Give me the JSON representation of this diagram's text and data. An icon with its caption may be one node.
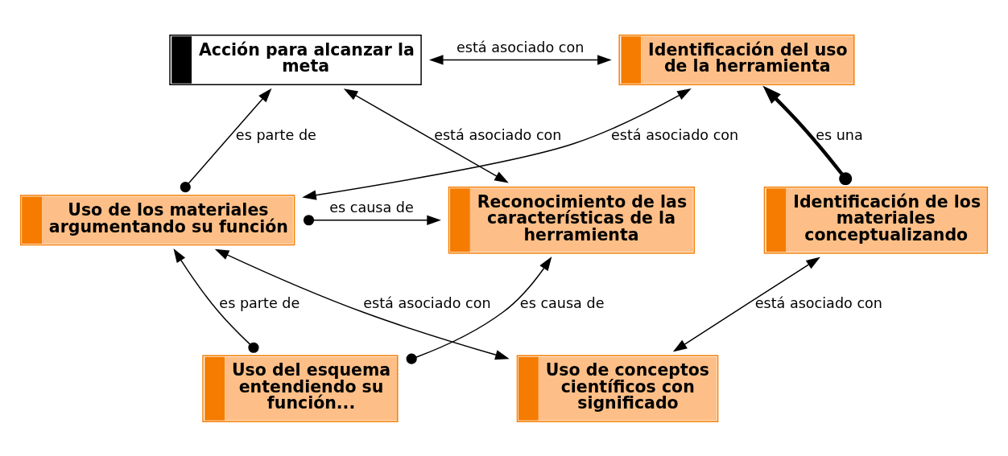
{
  "diagram": {
    "nodes": [
      {
        "text": [
          "Acción para alcanzar la meta"
        ]
      },
      {
        "text": [
          "Identificación del uso de la herramienta"
        ]
      },
      {
        "text": [
          "Uso de los materiales argumentando su función"
        ]
      },
      {
        "text": [
          "Reconocimiento de las características de la herramienta"
        ]
      },
      {
        "text": [
          "Identificación de los materiales conceptualizando"
        ]
      },
      {
        "text": [
          "Uso del esquema entendiendo su función..."
        ]
      },
      {
        "text": [
          "Uso de conceptos científicos con significado"
        ]
      }
    ],
    "edges": [
      {
        "from": 0,
        "to": 1,
        "arrow": "both",
        "label": "está asociado con"
      },
      {
        "from": 2,
        "to": 0,
        "arrow": "to",
        "label": "es parte de"
      },
      {
        "from": 0,
        "to": 3,
        "arrow": "both",
        "label": "está asociado con"
      },
      {
        "from": 2,
        "to": 1,
        "arrow": "both",
        "label": "está asociado con"
      },
      {
        "from": 4,
        "to": 1,
        "arrow": "to",
        "label": "es una",
        "style": "thick"
      },
      {
        "from": 2,
        "to": 3,
        "arrow": "to",
        "label": "es causa de"
      },
      {
        "from": 5,
        "to": 3,
        "arrow": "to",
        "label": "es causa de"
      },
      {
        "from": 5,
        "to": 2,
        "arrow": "to",
        "label": "es parte de"
      },
      {
        "from": 2,
        "to": 6,
        "arrow": "both",
        "label": "está asociado con"
      },
      {
        "from": 6,
        "to": 4,
        "arrow": "both",
        "label": "está asociado con"
      }
    ]
  }
}
